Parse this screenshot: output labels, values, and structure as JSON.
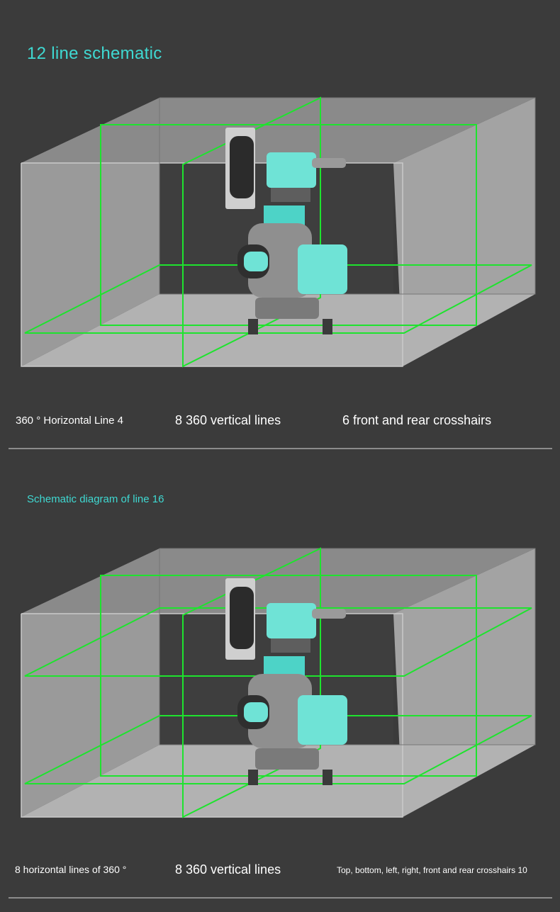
{
  "sections": [
    {
      "title": "12 line schematic",
      "captions": [
        "360 ° Horizontal Line 4",
        "8 360 vertical lines",
        "6 front and rear crosshairs"
      ]
    },
    {
      "title": "Schematic diagram of line 16",
      "captions": [
        "8 horizontal lines of 360 °",
        "8 360 vertical lines",
        "Top, bottom, left, right, front and rear crosshairs 10"
      ]
    }
  ],
  "colors": {
    "background": "#3b3b3b",
    "title_teal": "#3fd9d2",
    "laser_green": "#1ee32e",
    "device_teal": "#6fe3d6"
  }
}
